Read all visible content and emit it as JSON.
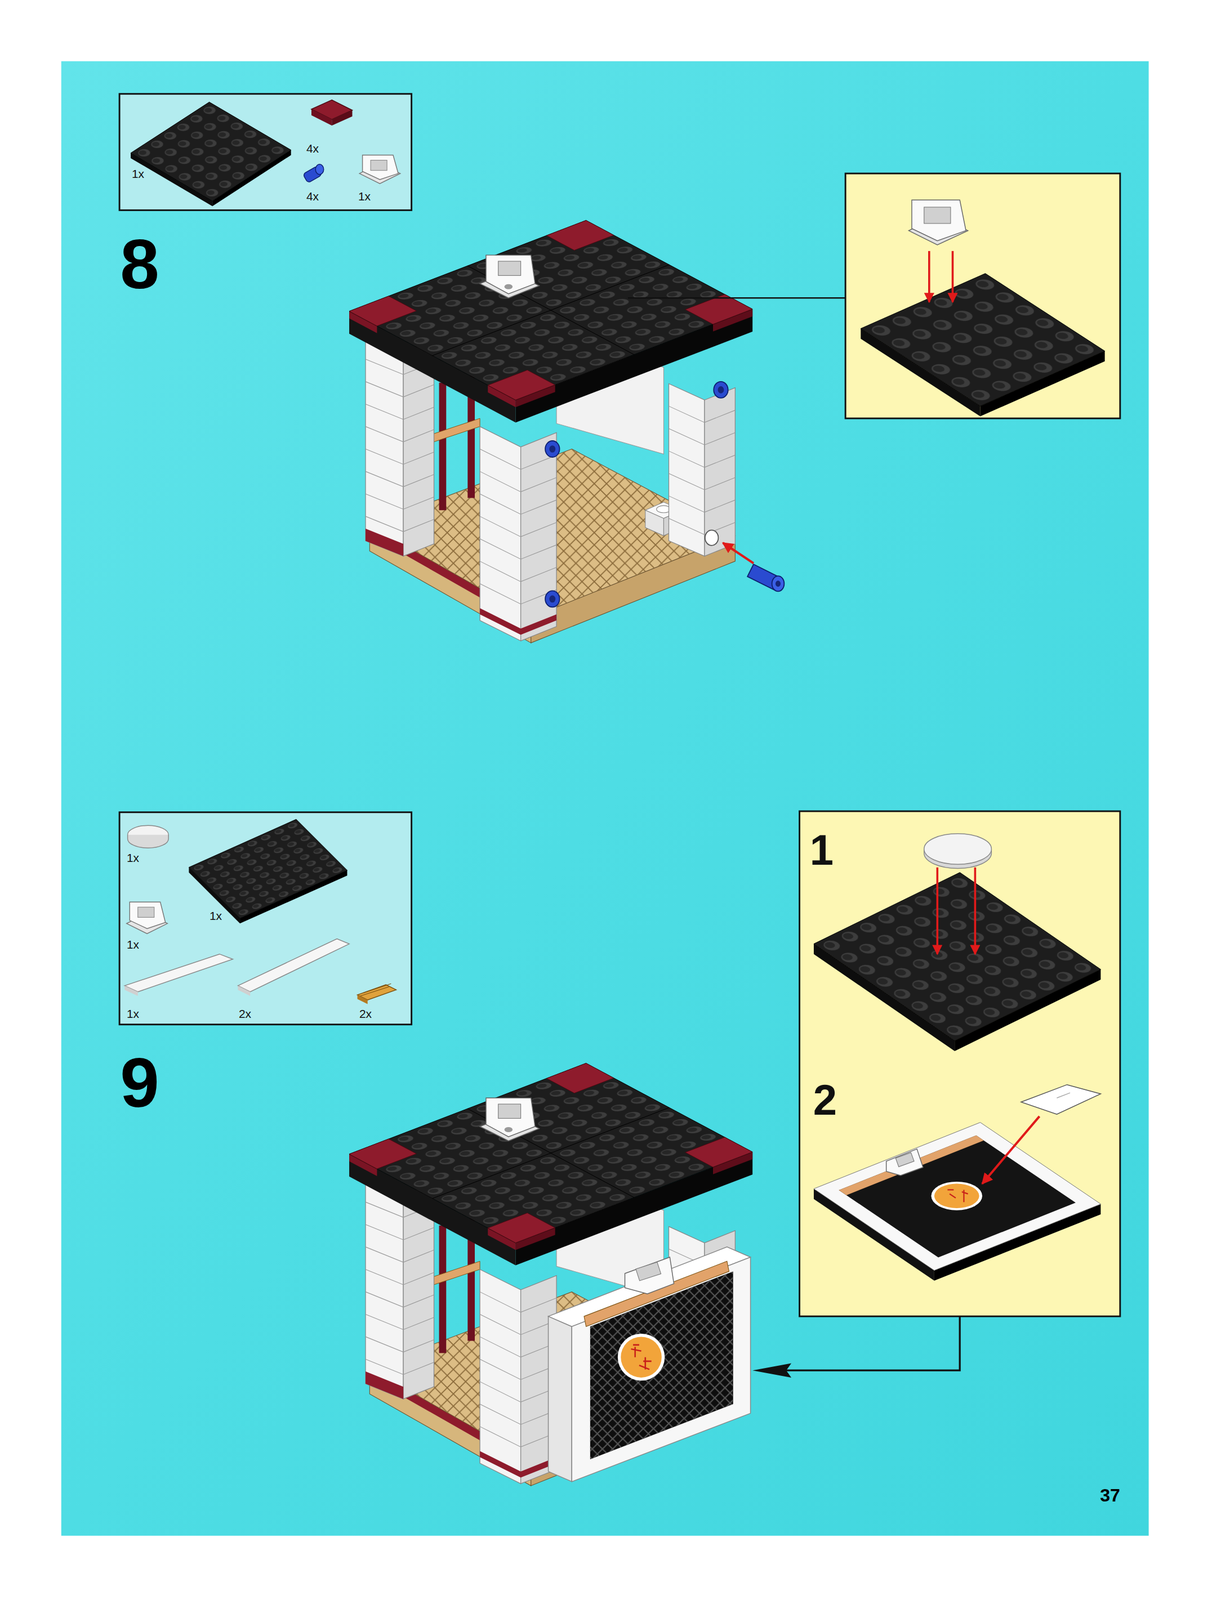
{
  "diagram": {
    "nodes": [
      {
        "text": [
          "1x",
          "4x",
          "4x",
          "1x"
        ]
      },
      {
        "text": [
          "1x",
          "1x",
          "1x",
          "1x",
          "2x",
          "2x"
        ]
      },
      {
        "text": [
          "1",
          "2"
        ]
      }
    ],
    "labels": [
      "8",
      "9",
      "37"
    ]
  }
}
